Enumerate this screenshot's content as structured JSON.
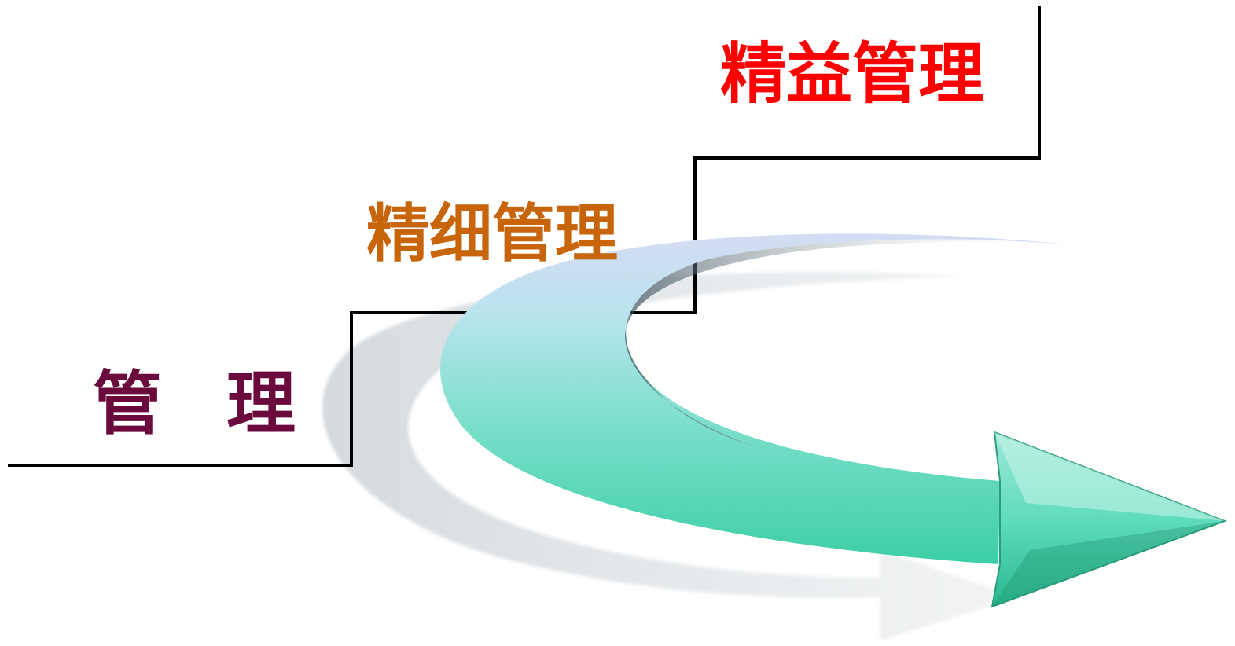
{
  "stages": [
    {
      "label": "管理",
      "color": "#6b0a3c"
    },
    {
      "label": "精细管理",
      "color": "#c8650a"
    },
    {
      "label": "精益管理",
      "color": "#ff0000"
    }
  ],
  "colors": {
    "staircase": "#000000",
    "arrow_light": "#c9d3ec",
    "arrow_mid": "#7fe3d0",
    "arrow_dark": "#2fcf9e",
    "shadow": "#d9dde0"
  },
  "icons": {
    "arrow": "curved-arrow-right-icon"
  }
}
